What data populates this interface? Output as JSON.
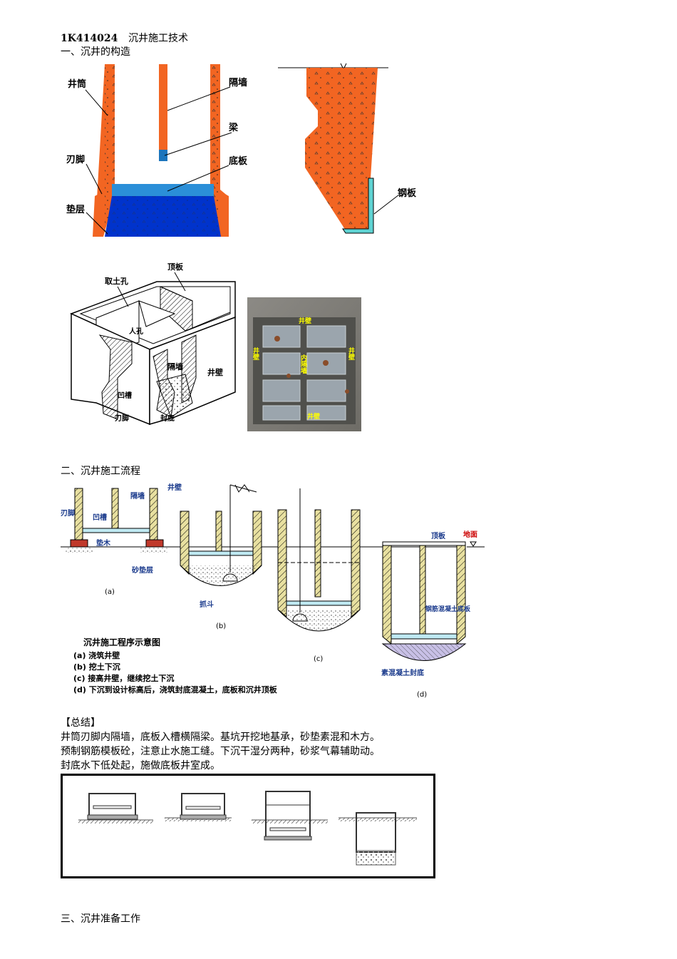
{
  "doc": {
    "title_code": "1K414024",
    "title_text": "沉井施工技术",
    "section1": "一、沉井的构造",
    "section2": "二、沉井施工流程",
    "summary_head": "【总结】",
    "summary_lines": [
      "井筒刃脚内隔墙，底板入槽横隔梁。基坑开挖地基承，砂垫素混和木方。",
      "预制钢筋模板砼，注意止水施工缝。下沉干湿分两种，砂浆气幕辅助动。",
      "封底水下低处起，施做底板井室成。"
    ],
    "section3": "三、沉井准备工作"
  },
  "fig1": {
    "labels": {
      "jingtong": "井筒",
      "gegqiang": "隔墙",
      "liang": "梁",
      "dibanA": "底板",
      "renjiao": "刃脚",
      "dianceng": "垫层",
      "gangban": "钢板"
    }
  },
  "fig2": {
    "labels": {
      "qutukong": "取土孔",
      "dingban": "顶板",
      "renkong": "人孔",
      "geqiang": "隔墙",
      "jingbi": "井壁",
      "aocao": "凹槽",
      "renjiao": "刃脚",
      "fengdi": "封底"
    }
  },
  "photo": {
    "labels": {
      "top": "井壁",
      "left": "井壁",
      "right": "井壁",
      "center": "内隔墙",
      "bottom": "井壁"
    }
  },
  "fig3": {
    "labels": {
      "jingbi": "井壁",
      "geqiang": "隔墙",
      "renjiao": "刃脚",
      "aocao": "凹槽",
      "dianmu": "垫木",
      "shadianceng": "砂垫层",
      "zhuadou": "抓斗",
      "dingban": "顶板",
      "dimian": "地面",
      "gangjin": "钢筋混凝土底板",
      "sufeng": "素混凝土封底",
      "cap_a": "(a)",
      "cap_b": "(b)",
      "cap_c": "(c)",
      "cap_d": "(d)"
    },
    "legend_title": "沉井施工程序示意图",
    "legend": [
      "(a) 浇筑井壁",
      "(b) 挖土下沉",
      "(c) 接高井壁，继续挖土下沉",
      "(d) 下沉到设计标高后，浇筑封底混凝土，底板和沉井顶板"
    ]
  }
}
